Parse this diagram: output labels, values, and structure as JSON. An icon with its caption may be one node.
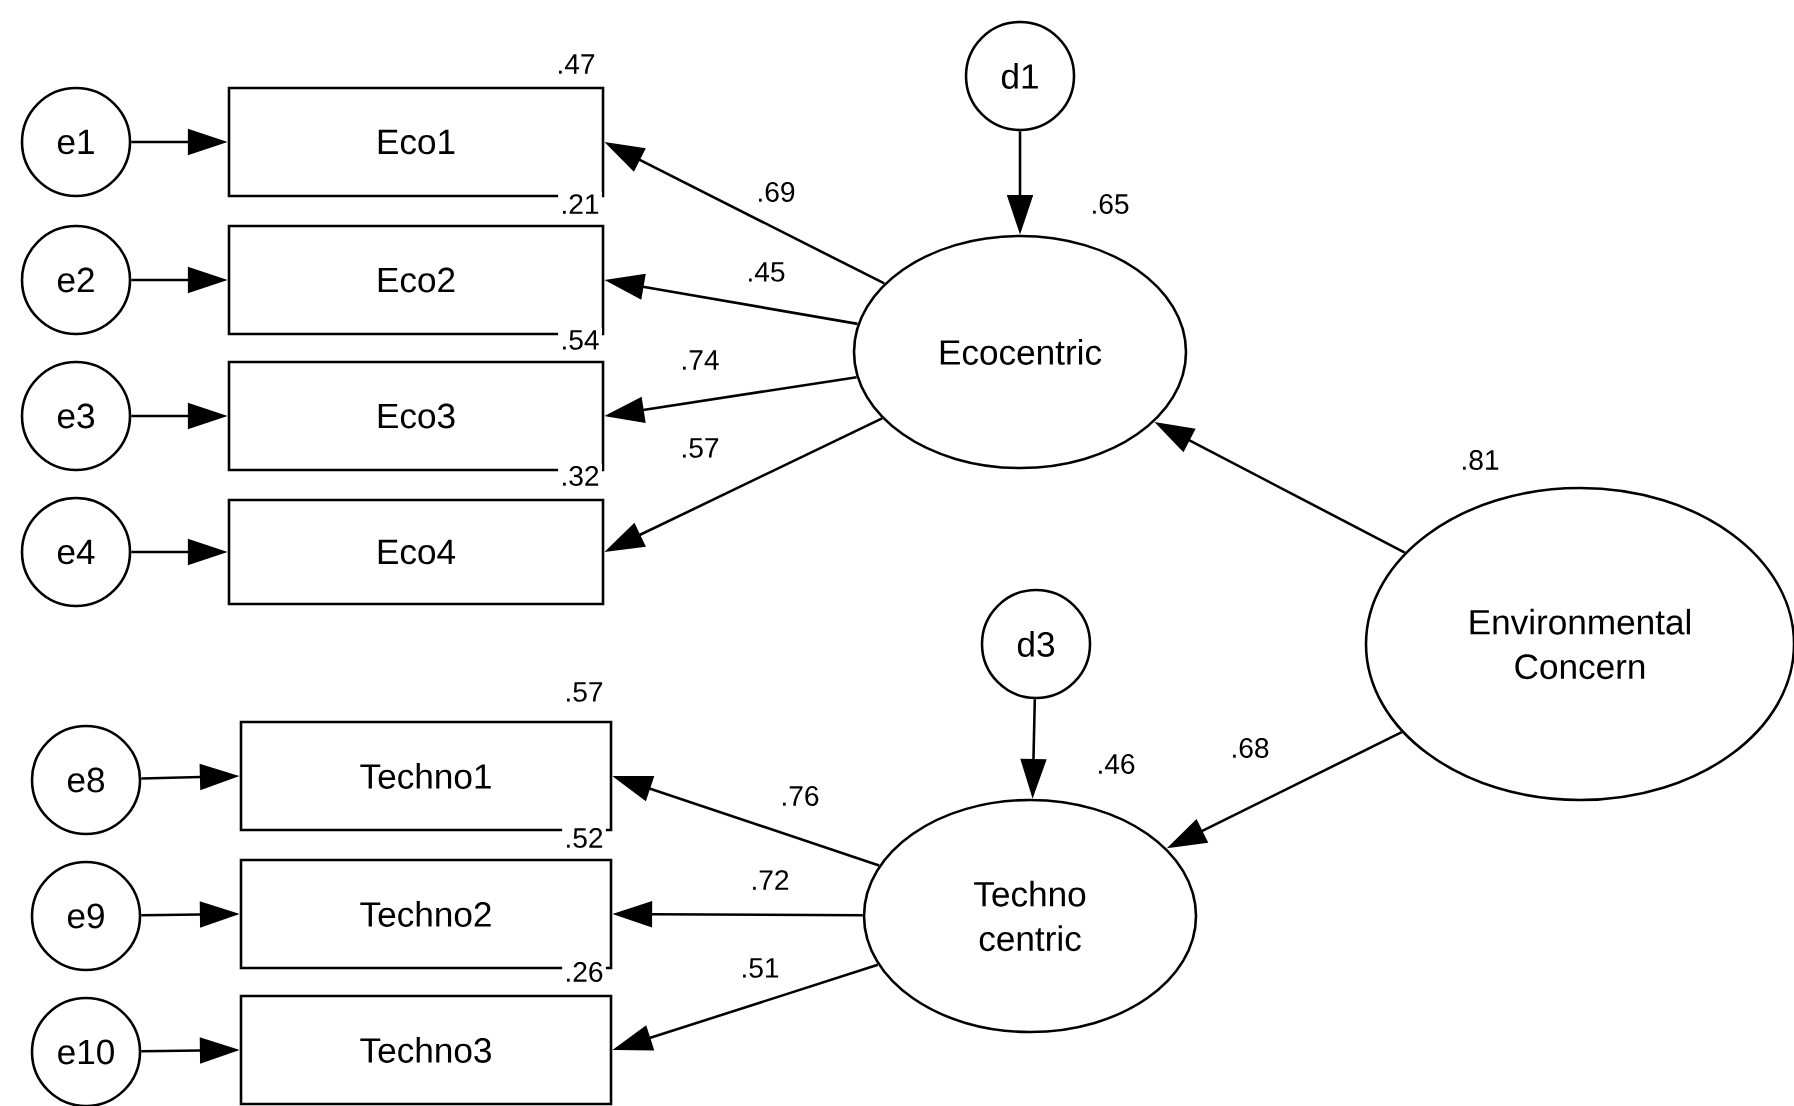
{
  "diagram": {
    "nodes": [
      {
        "text": [
          "e1"
        ]
      },
      {
        "text": [
          "Eco1"
        ]
      },
      {
        "text": [
          "e2"
        ]
      },
      {
        "text": [
          "Eco2"
        ]
      },
      {
        "text": [
          "e3"
        ]
      },
      {
        "text": [
          "Eco3"
        ]
      },
      {
        "text": [
          "e4"
        ]
      },
      {
        "text": [
          "Eco4"
        ]
      },
      {
        "text": [
          "d1"
        ]
      },
      {
        "text": [
          "Ecocentric"
        ],
        "beside": [
          ".65"
        ]
      },
      {
        "text": [
          "Environmental Concern"
        ]
      },
      {
        "text": [
          "d3"
        ]
      },
      {
        "text": [
          "Techno centric"
        ],
        "beside": [
          ".46"
        ]
      },
      {
        "text": [
          "e8"
        ]
      },
      {
        "text": [
          "Techno1"
        ]
      },
      {
        "text": [
          "e9"
        ]
      },
      {
        "text": [
          "Techno2"
        ]
      },
      {
        "text": [
          "e10"
        ]
      },
      {
        "text": [
          "Techno3"
        ]
      }
    ],
    "labels": [
      ".47",
      ".21",
      ".54",
      ".32",
      ".57",
      ".52",
      ".26"
    ],
    "edges": [
      {
        "from": 0,
        "to": 1,
        "arrow": "to"
      },
      {
        "from": 2,
        "to": 3,
        "arrow": "to"
      },
      {
        "from": 4,
        "to": 5,
        "arrow": "to"
      },
      {
        "from": 6,
        "to": 7,
        "arrow": "to"
      },
      {
        "from": 9,
        "to": 1,
        "arrow": "to",
        "label": ".69"
      },
      {
        "from": 9,
        "to": 3,
        "arrow": "to",
        "label": ".45"
      },
      {
        "from": 9,
        "to": 5,
        "arrow": "to",
        "label": ".74"
      },
      {
        "from": 9,
        "to": 7,
        "arrow": "to",
        "label": ".57"
      },
      {
        "from": 8,
        "to": 9,
        "arrow": "to"
      },
      {
        "from": 10,
        "to": 9,
        "arrow": "to",
        "label": ".81"
      },
      {
        "from": 10,
        "to": 12,
        "arrow": "to",
        "label": ".68"
      },
      {
        "from": 11,
        "to": 12,
        "arrow": "to"
      },
      {
        "from": 12,
        "to": 14,
        "arrow": "to",
        "label": ".76"
      },
      {
        "from": 12,
        "to": 16,
        "arrow": "to",
        "label": ".72"
      },
      {
        "from": 12,
        "to": 18,
        "arrow": "to",
        "label": ".51"
      },
      {
        "from": 13,
        "to": 14,
        "arrow": "to"
      },
      {
        "from": 15,
        "to": 16,
        "arrow": "to"
      },
      {
        "from": 17,
        "to": 18,
        "arrow": "to"
      }
    ]
  }
}
